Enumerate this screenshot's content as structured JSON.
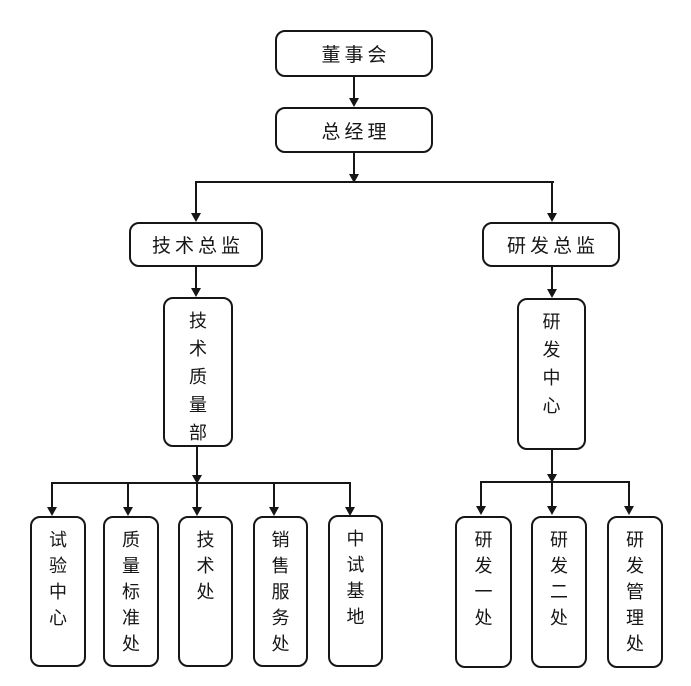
{
  "diagram": {
    "type": "org-chart",
    "background_color": "#ffffff",
    "line_color": "#161616",
    "box_border_color": "#161616",
    "text_color": "#161616",
    "nodes": {
      "board": {
        "label": "董事会",
        "orientation": "horizontal",
        "level": 1
      },
      "general_manager": {
        "label": "总经理",
        "orientation": "horizontal",
        "level": 2
      },
      "tech_director": {
        "label": "技术总监",
        "orientation": "horizontal",
        "level": 3
      },
      "rd_director": {
        "label": "研发总监",
        "orientation": "horizontal",
        "level": 3
      },
      "tech_quality_dept": {
        "label": "技术质量部",
        "orientation": "vertical",
        "level": 4
      },
      "rd_center": {
        "label": "研发中心",
        "orientation": "vertical",
        "level": 4
      },
      "test_center": {
        "label": "试验中心",
        "orientation": "vertical",
        "level": 5
      },
      "quality_standards_office": {
        "label": "质量标准处",
        "orientation": "vertical",
        "level": 5
      },
      "technology_office": {
        "label": "技术处",
        "orientation": "vertical",
        "level": 5
      },
      "sales_service_office": {
        "label": "销售服务处",
        "orientation": "vertical",
        "level": 5
      },
      "pilot_test_base": {
        "label": "中试基地",
        "orientation": "vertical",
        "level": 5
      },
      "rd_office_1": {
        "label": "研发一处",
        "orientation": "vertical",
        "level": 5
      },
      "rd_office_2": {
        "label": "研发二处",
        "orientation": "vertical",
        "level": 5
      },
      "rd_management_office": {
        "label": "研发管理处",
        "orientation": "vertical",
        "level": 5
      }
    },
    "edges": [
      {
        "from": "board",
        "to": "general_manager"
      },
      {
        "from": "general_manager",
        "to": "tech_director"
      },
      {
        "from": "general_manager",
        "to": "rd_director"
      },
      {
        "from": "tech_director",
        "to": "tech_quality_dept"
      },
      {
        "from": "rd_director",
        "to": "rd_center"
      },
      {
        "from": "tech_quality_dept",
        "to": "test_center"
      },
      {
        "from": "tech_quality_dept",
        "to": "quality_standards_office"
      },
      {
        "from": "tech_quality_dept",
        "to": "technology_office"
      },
      {
        "from": "tech_quality_dept",
        "to": "sales_service_office"
      },
      {
        "from": "tech_quality_dept",
        "to": "pilot_test_base"
      },
      {
        "from": "rd_center",
        "to": "rd_office_1"
      },
      {
        "from": "rd_center",
        "to": "rd_office_2"
      },
      {
        "from": "rd_center",
        "to": "rd_management_office"
      }
    ]
  }
}
